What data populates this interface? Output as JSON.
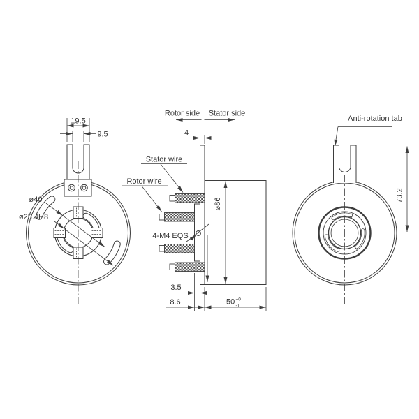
{
  "drawing": {
    "background": "#ffffff",
    "line_color": "#3d3d3d",
    "front_view": {
      "dims": {
        "tab_width": "19.5",
        "slot_width": "9.5",
        "hub_diameter": "ø40",
        "bore_diameter": "ø25.4H8"
      }
    },
    "side_view": {
      "labels": {
        "rotor_side": "Rotor side",
        "stator_side": "Stator side",
        "stator_wire": "Stator wire",
        "rotor_wire": "Rotor wire",
        "mount_holes": "4-M4 EQS"
      },
      "dims": {
        "flange_thickness": "4",
        "body_diameter": "ø86",
        "hub_protrusion": "3.5",
        "rotor_length": "8.6",
        "body_length": "50",
        "body_length_tol_upper": "+0",
        "body_length_tol_lower": "-1"
      }
    },
    "rear_view": {
      "labels": {
        "anti_rotation_tab": "Anti-rotation tab"
      },
      "dims": {
        "tab_height": "73.2"
      }
    }
  }
}
